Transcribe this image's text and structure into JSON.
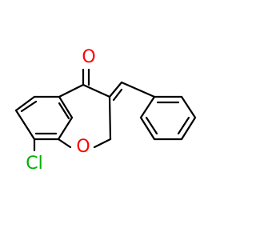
{
  "molecule": {
    "atoms": {
      "oxygen_carbonyl": {
        "symbol": "O",
        "color": "#ff0000"
      },
      "oxygen_ring": {
        "symbol": "O",
        "color": "#ff0000"
      },
      "chlorine": {
        "symbol": "Cl",
        "color": "#00b000"
      }
    }
  }
}
